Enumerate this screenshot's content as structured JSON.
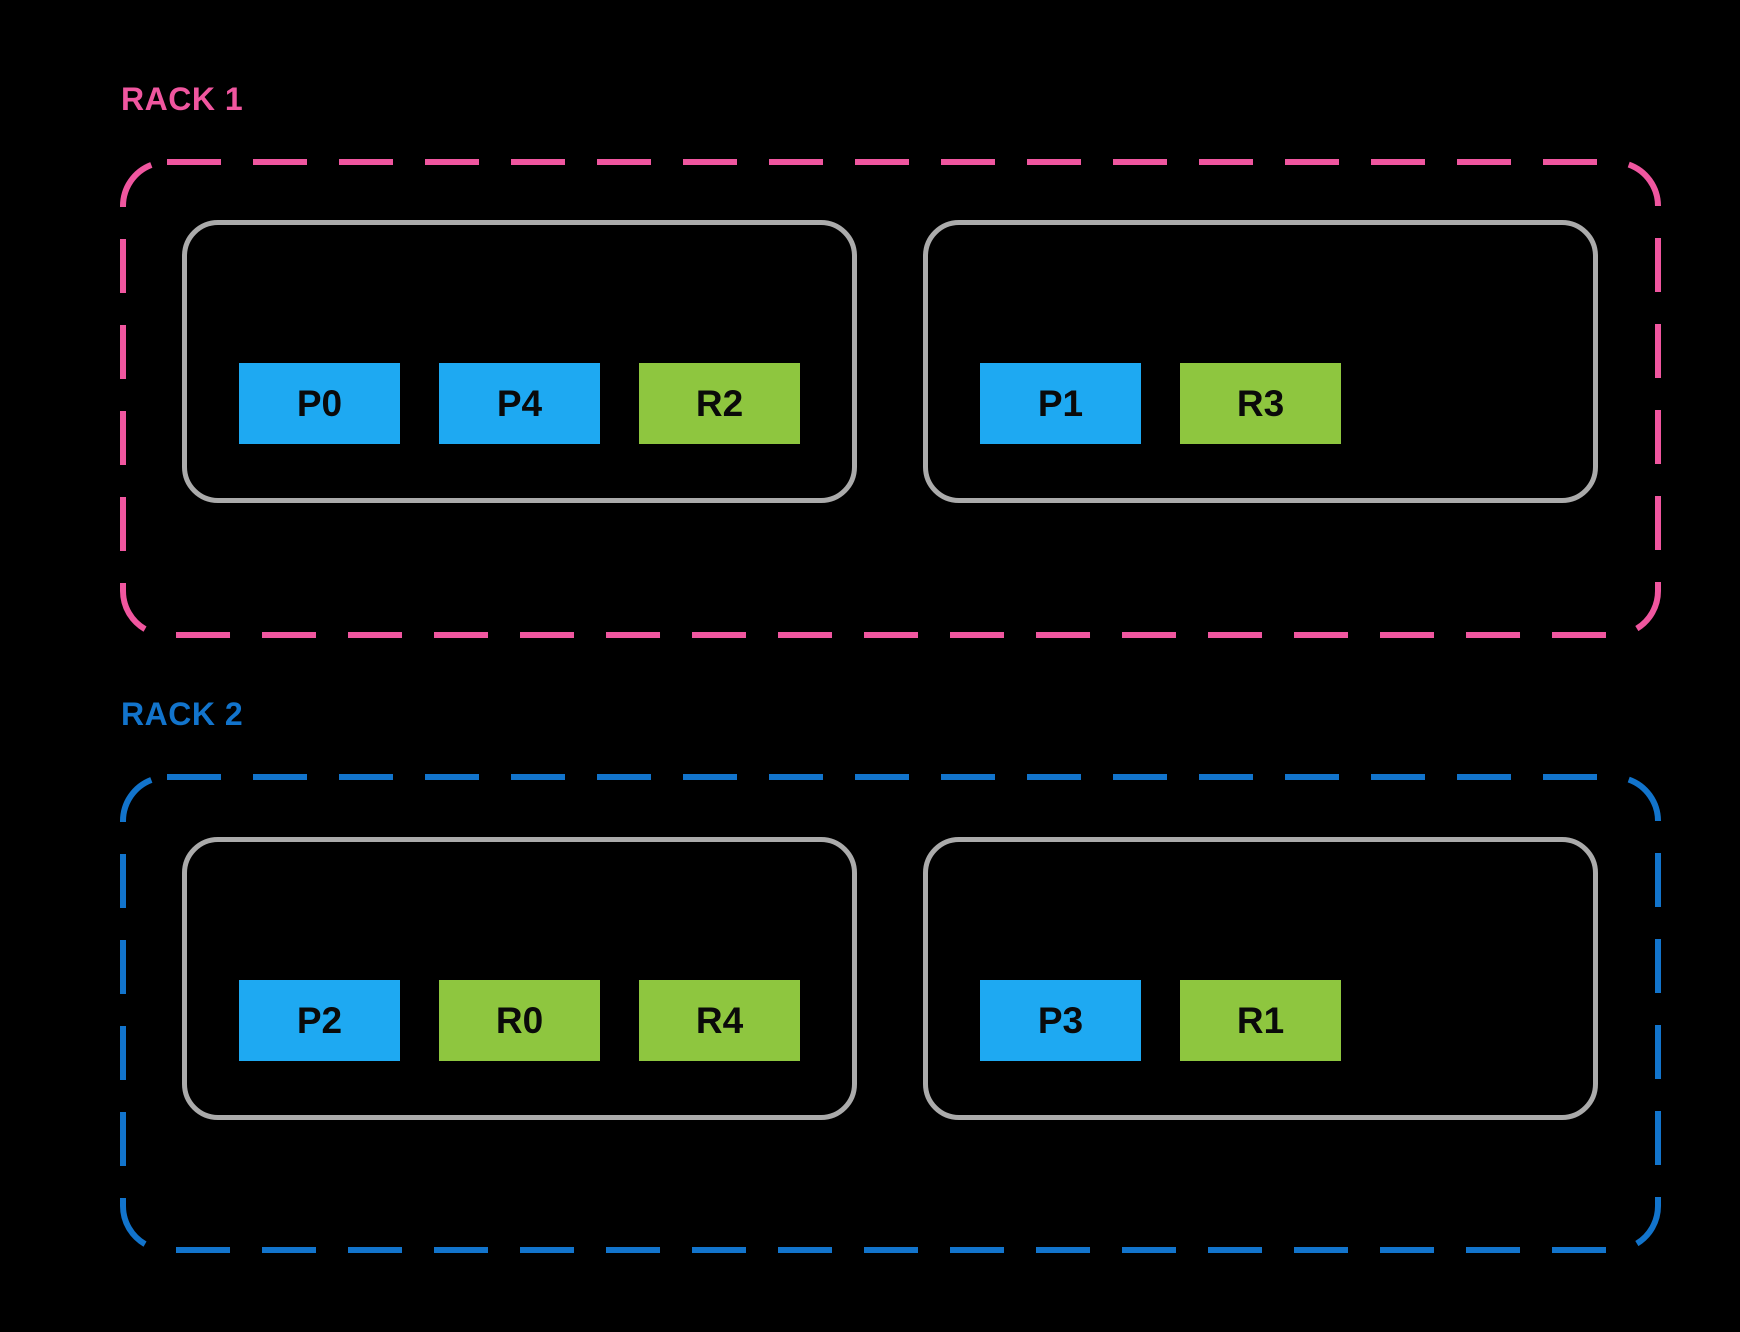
{
  "colors": {
    "background": "#000000",
    "rack1_accent": "#F0569F",
    "rack2_accent": "#1274CC",
    "host_border": "#ABABAB",
    "node_p_fill": "#1EA9F2",
    "node_r_fill": "#8EC63F",
    "node_text": "#0A0A0A"
  },
  "racks": [
    {
      "label": "RACK 1",
      "hosts": [
        {
          "nodes": [
            {
              "label": "P0",
              "type": "p"
            },
            {
              "label": "P4",
              "type": "p"
            },
            {
              "label": "R2",
              "type": "r"
            }
          ]
        },
        {
          "nodes": [
            {
              "label": "P1",
              "type": "p"
            },
            {
              "label": "R3",
              "type": "r"
            }
          ]
        }
      ]
    },
    {
      "label": "RACK 2",
      "hosts": [
        {
          "nodes": [
            {
              "label": "P2",
              "type": "p"
            },
            {
              "label": "R0",
              "type": "r"
            },
            {
              "label": "R4",
              "type": "r"
            }
          ]
        },
        {
          "nodes": [
            {
              "label": "P3",
              "type": "p"
            },
            {
              "label": "R1",
              "type": "r"
            }
          ]
        }
      ]
    }
  ]
}
